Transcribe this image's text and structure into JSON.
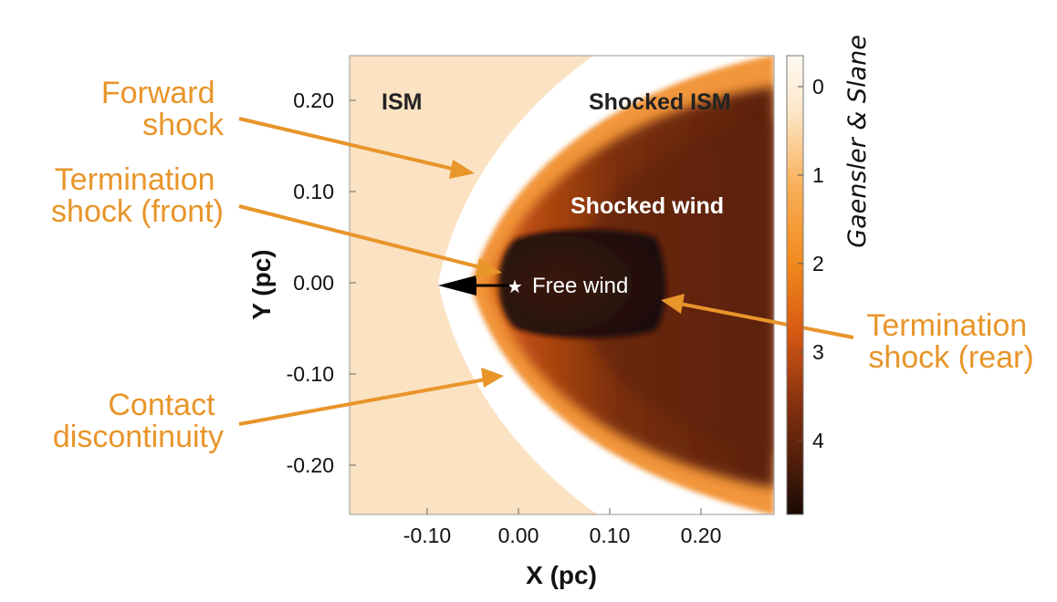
{
  "credit": "Gaensler & Slane",
  "axes": {
    "x_title": "X (pc)",
    "y_title": "Y (pc)",
    "x_ticks": [
      "-0.10",
      "0.00",
      "0.10",
      "0.20"
    ],
    "y_ticks": [
      "0.20",
      "0.10",
      "0.00",
      "-0.10",
      "-0.20"
    ]
  },
  "colorbar": {
    "ticks": [
      "0",
      "1",
      "2",
      "3",
      "4"
    ]
  },
  "regions": {
    "ism": "ISM",
    "shocked_ism": "Shocked ISM",
    "shocked_wind": "Shocked wind",
    "free_wind": "Free wind",
    "star": "★"
  },
  "callouts": {
    "forward_shock": [
      "Forward",
      "shock"
    ],
    "termination_front": [
      "Termination",
      "shock (front)"
    ],
    "contact_discontinuity": [
      "Contact",
      "discontinuity"
    ],
    "termination_rear": [
      "Termination",
      "shock (rear)"
    ]
  },
  "colors": {
    "ism": "#fbe2c2",
    "label_orange": "#e8952a",
    "dark_core": "#2a1208",
    "shocked_wind": "#6e2a0c"
  }
}
